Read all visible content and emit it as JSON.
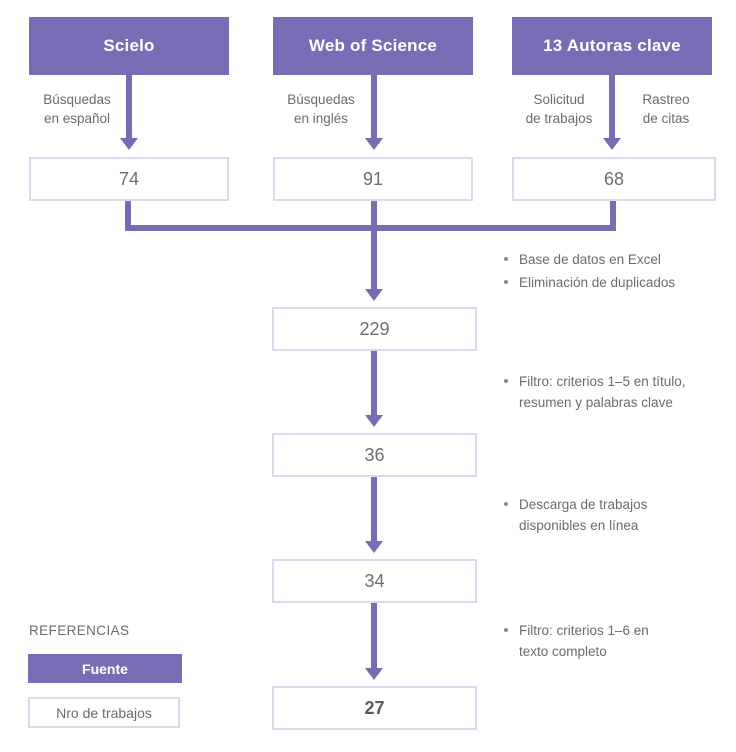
{
  "sources": [
    {
      "title": "Scielo",
      "captions": [
        "Búsquedas\nen español"
      ],
      "count": "74"
    },
    {
      "title": "Web of Science",
      "captions": [
        "Búsquedas\nen inglés"
      ],
      "count": "91"
    },
    {
      "title": "13 Autoras clave",
      "captions": [
        "Solicitud\nde trabajos",
        "Rastreo\nde citas"
      ],
      "count": "68"
    }
  ],
  "stages": [
    {
      "count": "229"
    },
    {
      "count": "36"
    },
    {
      "count": "34"
    },
    {
      "count": "27"
    }
  ],
  "notes": [
    {
      "items": [
        "Base de datos en Excel",
        "Eliminación de duplicados"
      ]
    },
    {
      "items": [
        "Filtro: criterios 1–5 en título,\nresumen y palabras clave"
      ]
    },
    {
      "items": [
        "Descarga de trabajos\ndisponibles en línea"
      ]
    },
    {
      "items": [
        "Filtro: criterios 1–6 en\ntexto completo"
      ]
    }
  ],
  "legend": {
    "title": "REFERENCIAS",
    "source_label": "Fuente",
    "count_label": "Nro de trabajos"
  },
  "colors": {
    "purple": "#7a6cb4",
    "border": "#ddd9ec",
    "text": "#6b6b6b",
    "white": "#ffffff"
  }
}
